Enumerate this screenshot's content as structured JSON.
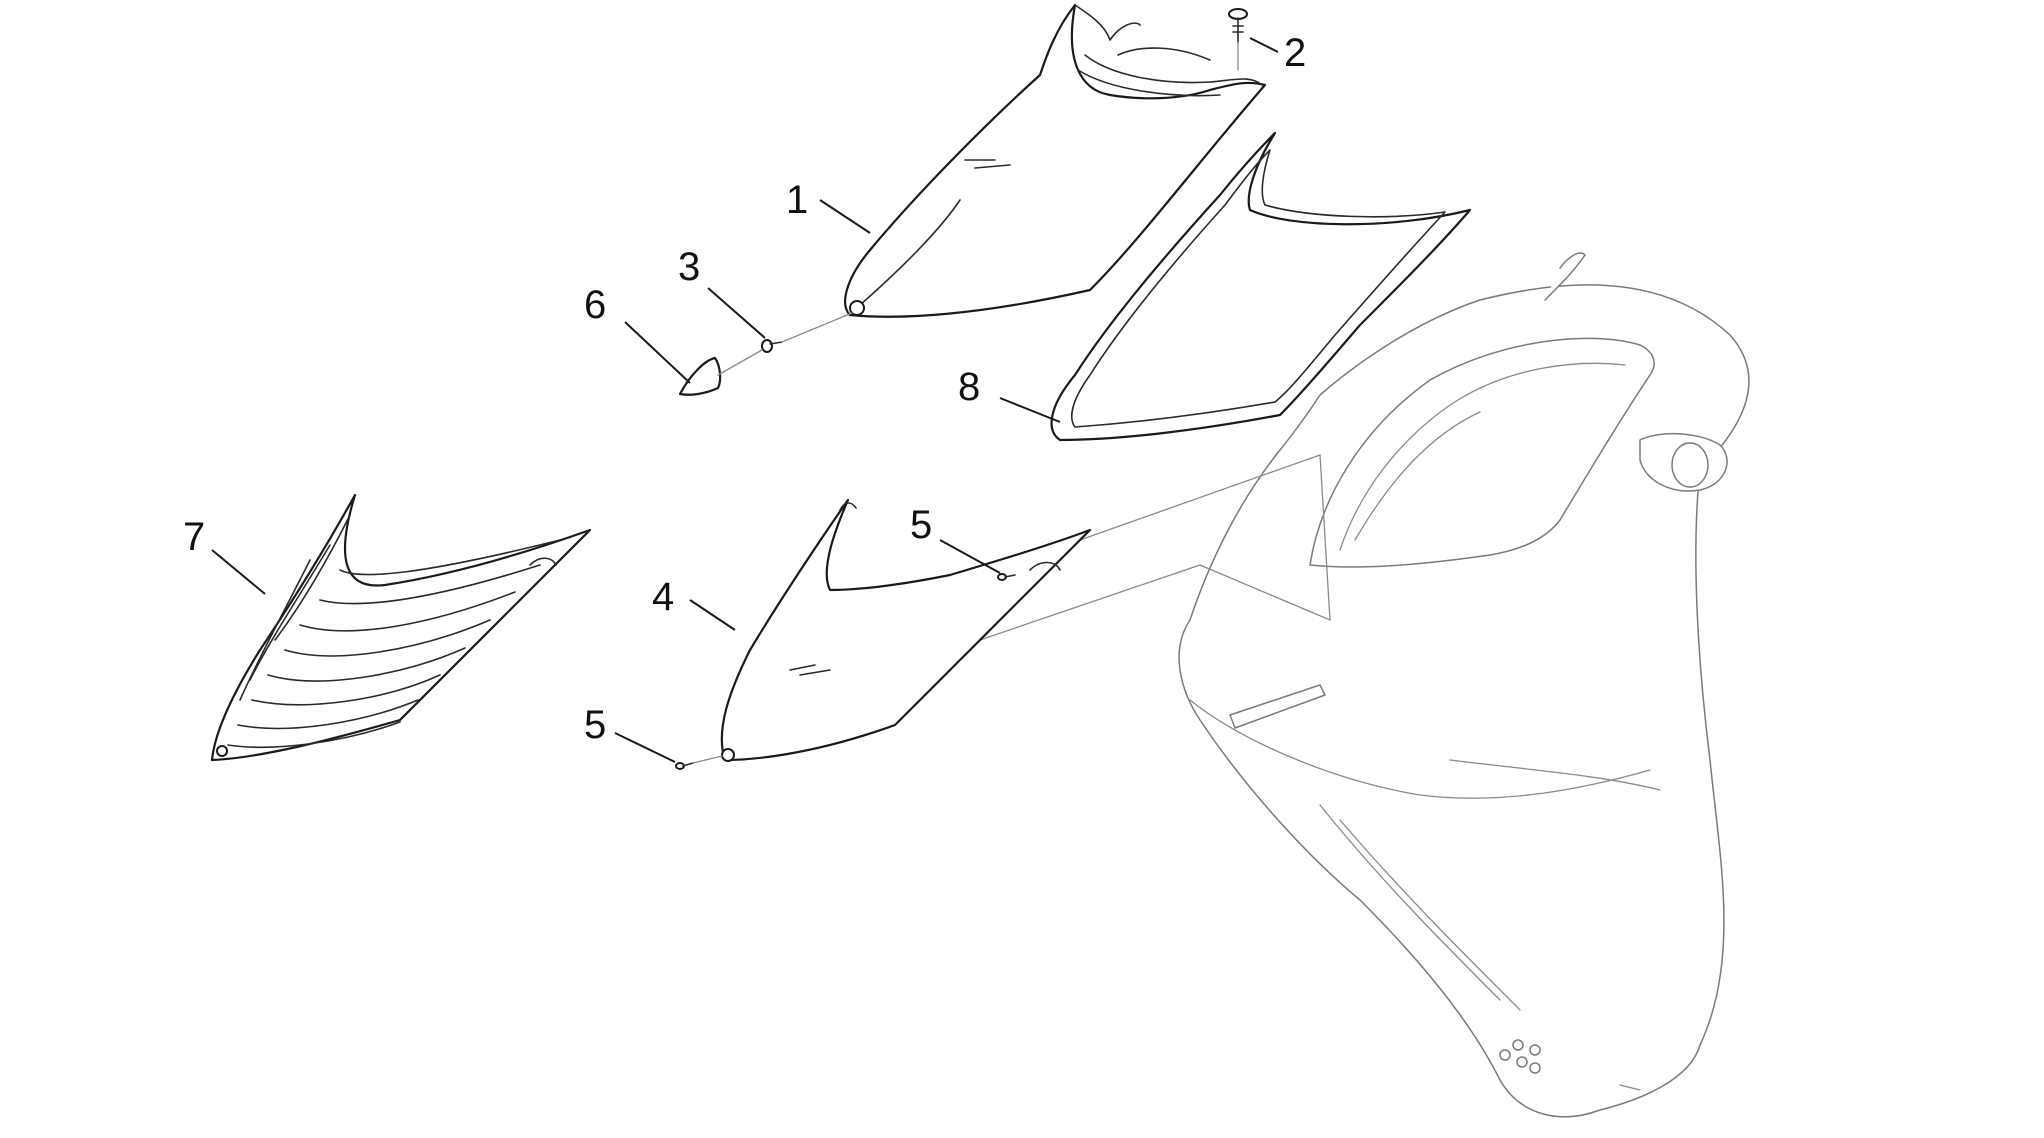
{
  "callouts": [
    {
      "id": "1",
      "label": "1"
    },
    {
      "id": "2",
      "label": "2"
    },
    {
      "id": "3",
      "label": "3"
    },
    {
      "id": "4",
      "label": "4"
    },
    {
      "id": "5a",
      "label": "5"
    },
    {
      "id": "5b",
      "label": "5"
    },
    {
      "id": "6",
      "label": "6"
    },
    {
      "id": "7",
      "label": "7"
    },
    {
      "id": "8",
      "label": "8"
    }
  ],
  "colors": {
    "line": "#1a1a1a",
    "ghost": "#7a7a7a",
    "background": "#ffffff"
  }
}
